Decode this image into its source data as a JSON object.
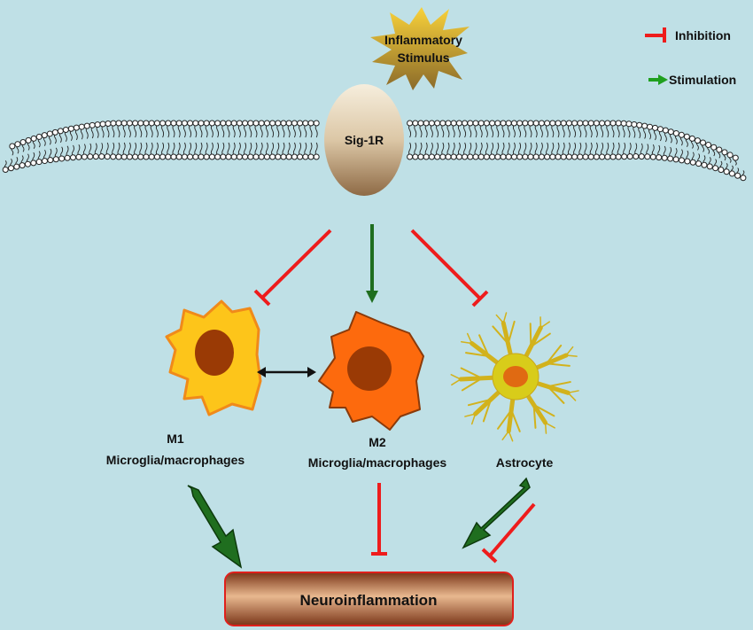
{
  "stimulus": {
    "line1": "Inflammatory",
    "line2": "Stimulus"
  },
  "receptor": {
    "label": "Sig-1R"
  },
  "legend": {
    "inhibition": "Inhibition",
    "stimulation": "Stimulation"
  },
  "cells": {
    "m1": {
      "line1": "M1",
      "line2": "Microglia/macrophages"
    },
    "m2": {
      "line1": "M2",
      "line2": "Microglia/macrophages"
    },
    "astrocyte": {
      "label": "Astrocyte"
    }
  },
  "outcome": {
    "label": "Neuroinflammation"
  },
  "colors": {
    "background": "#bfe0e6",
    "inhibition": "#ee1c1c",
    "stimulation": "#1f7a1f"
  }
}
